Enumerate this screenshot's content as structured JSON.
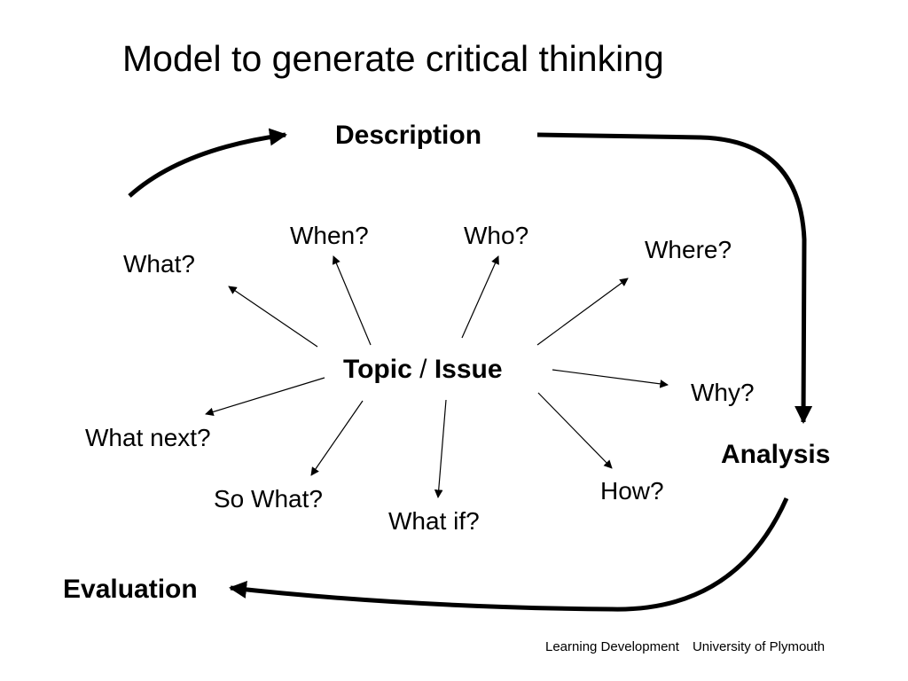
{
  "title": "Model to generate critical thinking",
  "stages": {
    "description": "Description",
    "analysis": "Analysis",
    "evaluation": "Evaluation"
  },
  "center": {
    "topic": "Topic",
    "separator": "/",
    "issue": "Issue"
  },
  "questions": {
    "what": "What?",
    "when": "When?",
    "who": "Who?",
    "where": "Where?",
    "why": "Why?",
    "how": "How?",
    "what_if": "What if?",
    "so_what": "So What?",
    "what_next": "What next?"
  },
  "footer": {
    "department": "Learning Development",
    "institution": "University of Plymouth"
  },
  "colors": {
    "background": "#ffffff",
    "ink": "#000000"
  }
}
